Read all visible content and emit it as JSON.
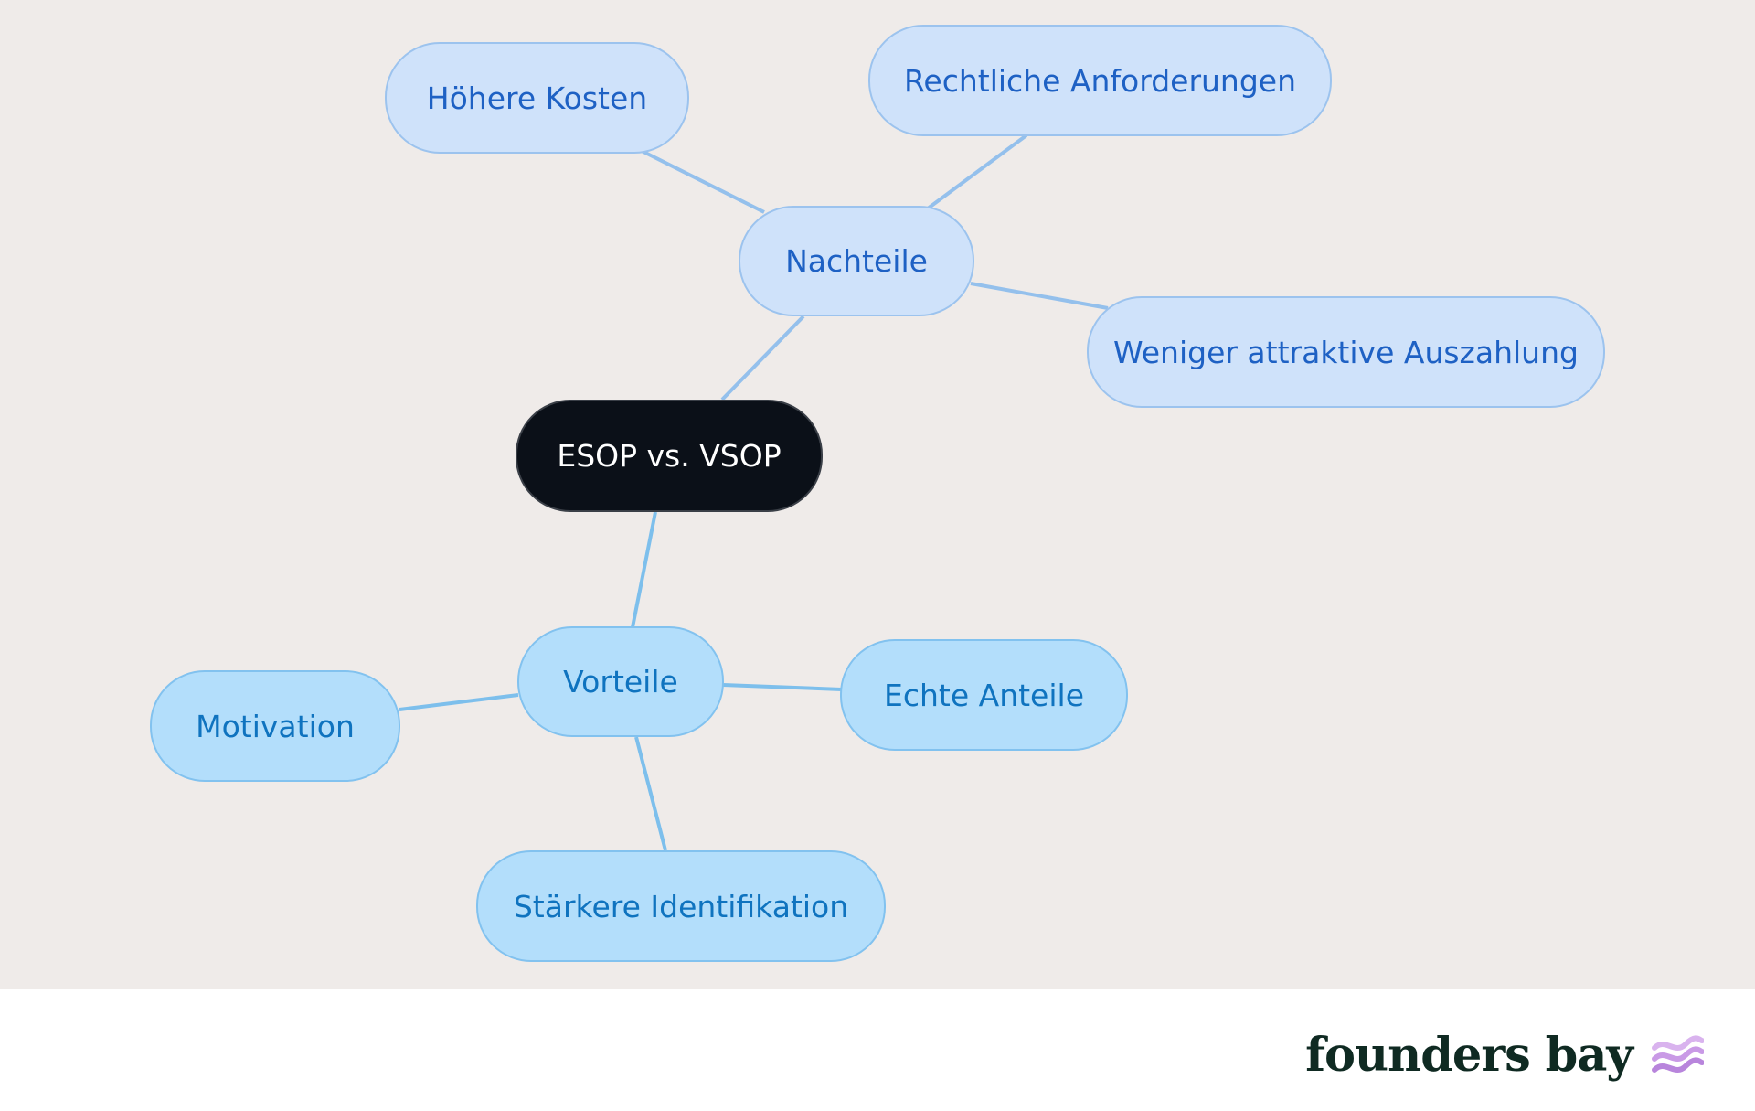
{
  "diagram": {
    "root": {
      "id": "root",
      "label": "ESOP vs. VSOP"
    },
    "branches": [
      {
        "id": "nachteile",
        "label": "Nachteile",
        "style": "negative",
        "children": [
          {
            "id": "hoehere-kosten",
            "label": "Höhere Kosten"
          },
          {
            "id": "rechtliche-anforderungen",
            "label": "Rechtliche Anforderungen"
          },
          {
            "id": "weniger-attraktive-auszahlung",
            "label": "Weniger attraktive Auszahlung"
          }
        ]
      },
      {
        "id": "vorteile",
        "label": "Vorteile",
        "style": "positive",
        "children": [
          {
            "id": "motivation",
            "label": "Motivation"
          },
          {
            "id": "echte-anteile",
            "label": "Echte Anteile"
          },
          {
            "id": "staerkere-identifikation",
            "label": "Stärkere Identifikation"
          }
        ]
      }
    ]
  },
  "colors": {
    "canvas_background": "#efebe9",
    "root_fill": "#0b1018",
    "negative_fill": "#cfe2fa",
    "negative_text": "#1e61c4",
    "negative_edge": "#94c0ec",
    "positive_fill": "#b3defb",
    "positive_text": "#0f73bf",
    "positive_edge": "#7dbfec"
  },
  "footer": {
    "brand_name": "founders bay",
    "brand_icon": "wave-logo-icon"
  }
}
